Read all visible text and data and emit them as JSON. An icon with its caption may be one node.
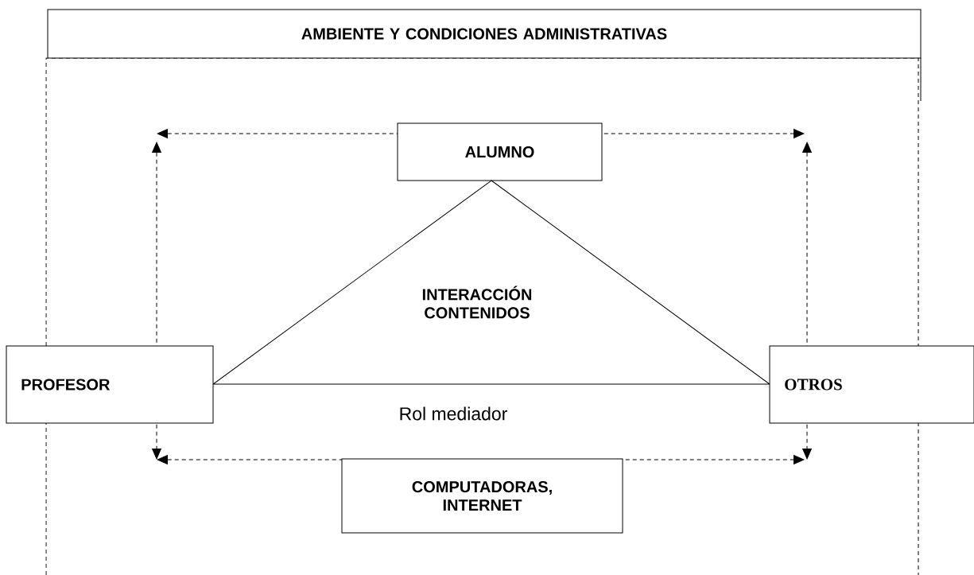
{
  "diagram": {
    "nodes": [
      {
        "text": [
          "AMBIENTE Y CONDICIONES ADMINISTRATIVAS"
        ]
      },
      {
        "text": [
          "ALUMNO"
        ]
      },
      {
        "text": [
          "INTERACCIÓN CONTENIDOS"
        ]
      },
      {
        "text": [
          "PROFESOR"
        ]
      },
      {
        "text": [
          "OTROS"
        ]
      },
      {
        "text": [
          "COMPUTADORAS, INTERNET"
        ]
      }
    ],
    "labels": [
      "Rol mediador"
    ]
  }
}
